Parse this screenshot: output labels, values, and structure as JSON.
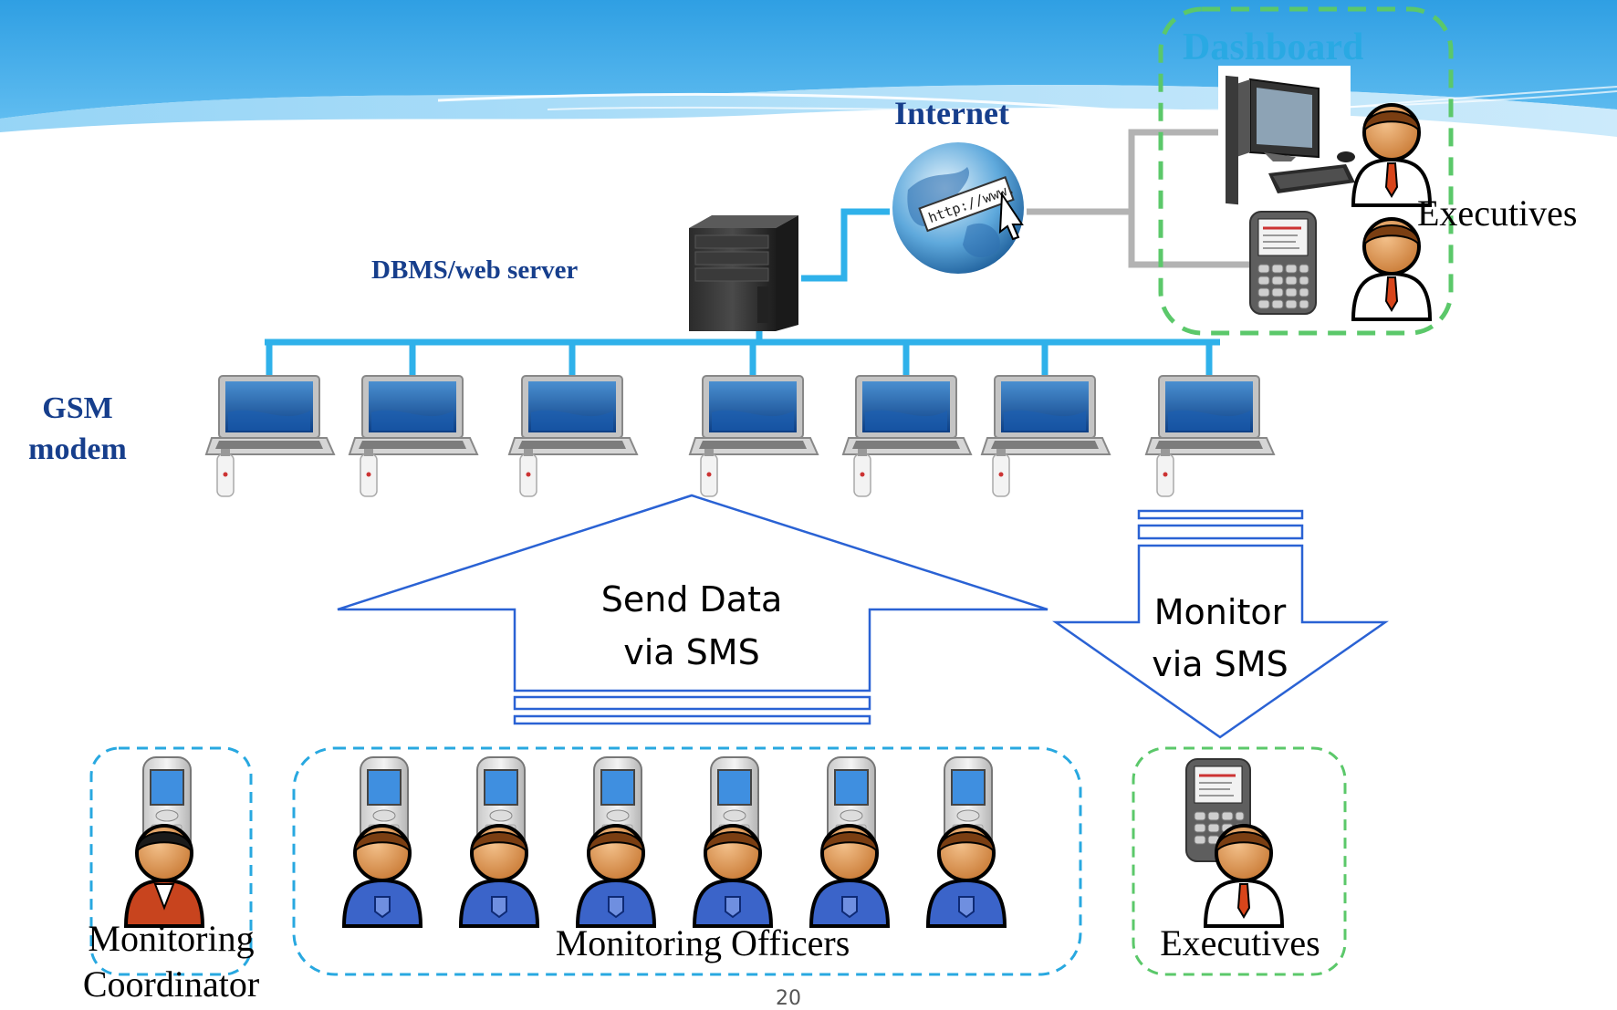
{
  "labels": {
    "dashboard": "Dashboard",
    "internet": "Internet",
    "executives_top": "Executives",
    "dbms_server": "DBMS/web server",
    "gsm_modem": "GSM\nmodem",
    "send_data": "Send Data\nvia SMS",
    "monitor": "Monitor\nvia SMS",
    "monitoring_coordinator": "Monitoring\nCoordinator",
    "monitoring_officers": "Monitoring Officers",
    "executives_bottom": "Executives",
    "page_number": "20"
  },
  "counts": {
    "laptops": 7,
    "officers": 6
  },
  "colors": {
    "header_blue": "#3aa9e8",
    "link_blue": "#2fb1ea",
    "link_gray": "#b3b3b3",
    "label_navy": "#163e8c",
    "dashboard_text": "#29a9e3",
    "dash_green": "#5bc86a",
    "dash_blue": "#28a8e0",
    "arrow_blue": "#2a62d4"
  }
}
